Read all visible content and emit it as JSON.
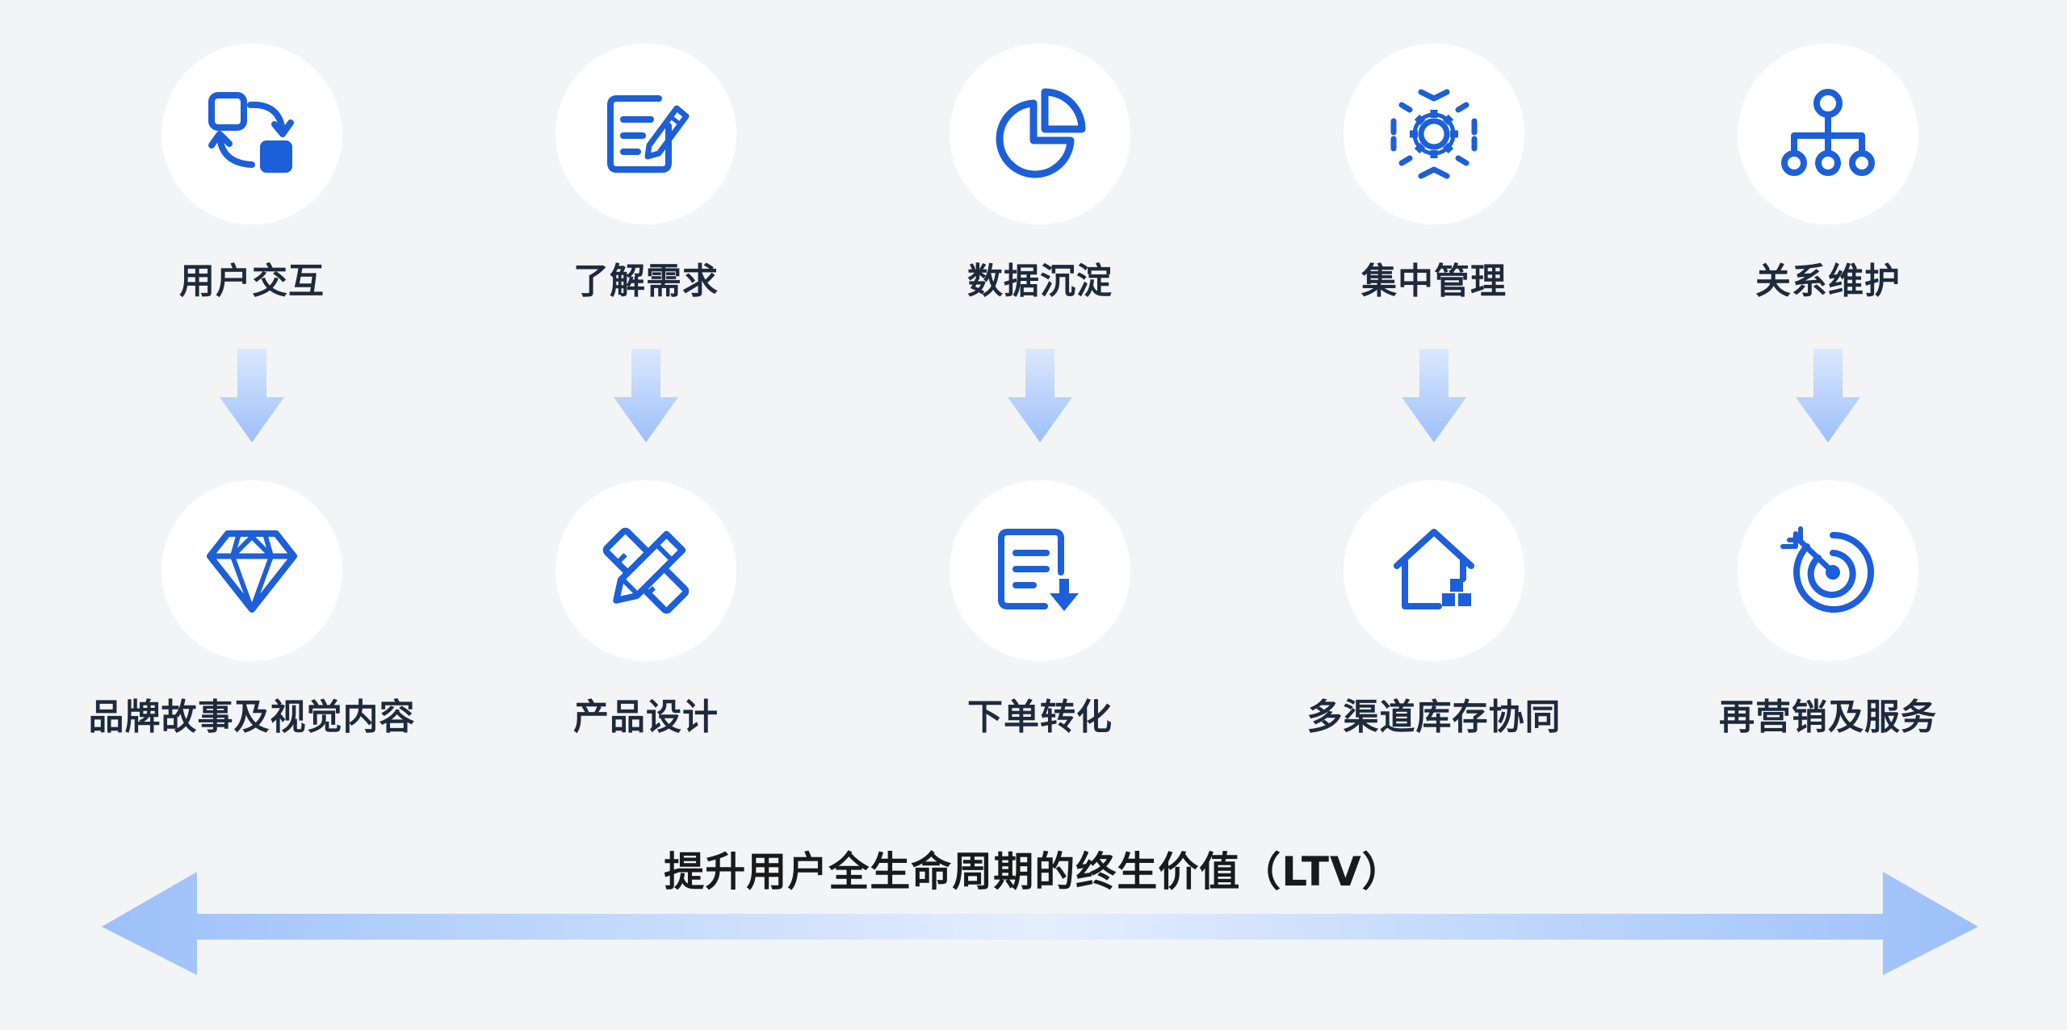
{
  "top_steps": [
    {
      "label": "用户交互",
      "icon": "interaction-sync-icon"
    },
    {
      "label": "了解需求",
      "icon": "edit-document-icon"
    },
    {
      "label": "数据沉淀",
      "icon": "pie-chart-icon"
    },
    {
      "label": "集中管理",
      "icon": "gear-focus-icon"
    },
    {
      "label": "关系维护",
      "icon": "org-tree-icon"
    }
  ],
  "bottom_steps": [
    {
      "label": "品牌故事及视觉内容",
      "icon": "diamond-icon"
    },
    {
      "label": "产品设计",
      "icon": "pencil-ruler-icon"
    },
    {
      "label": "下单转化",
      "icon": "order-download-icon"
    },
    {
      "label": "多渠道库存协同",
      "icon": "house-stock-icon"
    },
    {
      "label": "再营销及服务",
      "icon": "target-icon"
    }
  ],
  "footer": {
    "title": "提升用户全生命周期的终生价值（LTV）"
  },
  "colors": {
    "icon_blue": "#1d5fd9",
    "arrow_light": "#a9c8fb",
    "arrow_faint": "#dbe8fd",
    "label_text": "#1e2a3c",
    "background": "#f3f4f6"
  }
}
